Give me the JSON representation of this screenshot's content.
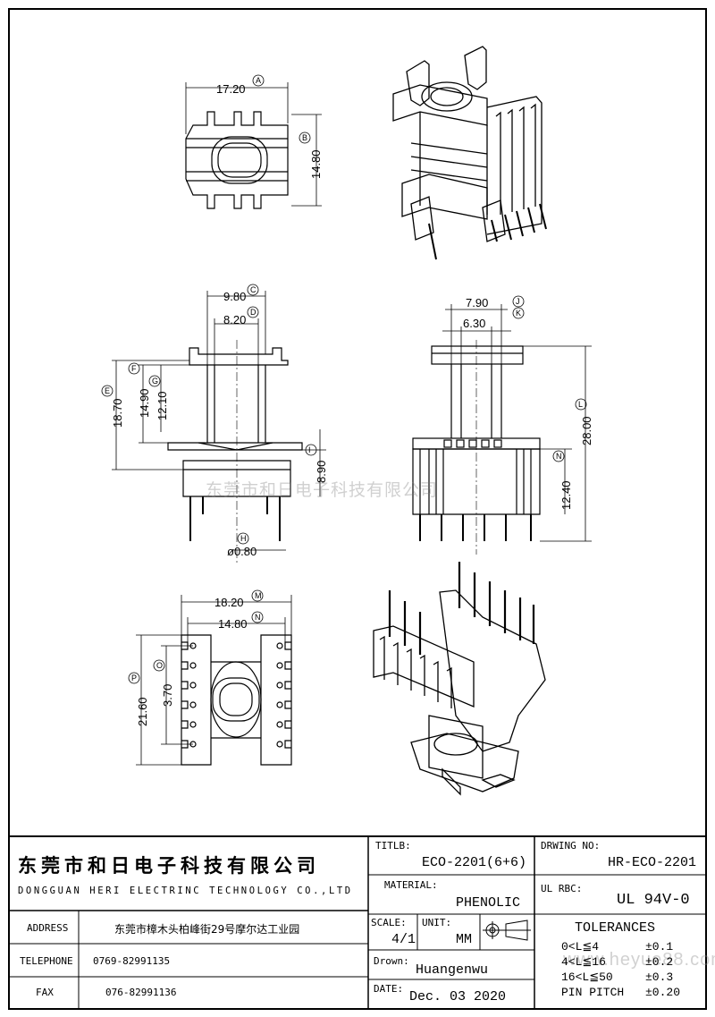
{
  "dimensions": {
    "top_view": [
      {
        "label": "17.20",
        "ref": "A"
      },
      {
        "label": "14.80",
        "ref": "B"
      }
    ],
    "front_view": [
      {
        "label": "9.80",
        "ref": "C"
      },
      {
        "label": "8.20",
        "ref": "D"
      },
      {
        "label": "18.70",
        "ref": "E"
      },
      {
        "label": "14.90",
        "ref": "F"
      },
      {
        "label": "12.10",
        "ref": "G"
      },
      {
        "label": "8.90",
        "ref": "I"
      },
      {
        "label": "ø0.80",
        "ref": "H"
      }
    ],
    "side_view": [
      {
        "label": "7.90",
        "ref": "J"
      },
      {
        "label": "6.30",
        "ref": "K"
      },
      {
        "label": "28.00",
        "ref": "L"
      },
      {
        "label": "12.40",
        "ref": "N"
      }
    ],
    "bottom_view": [
      {
        "label": "18.20",
        "ref": "M"
      },
      {
        "label": "14.80",
        "ref": "N"
      },
      {
        "label": "21.60",
        "ref": "P"
      },
      {
        "label": "3.70",
        "ref": "O"
      }
    ]
  },
  "watermark": "东莞市和日电子科技有限公司",
  "watermark_url": "www.heyue88.com",
  "title_block": {
    "company_cn": "东莞市和日电子科技有限公司",
    "company_en": "DONGGUAN HERI ELECTRINC TECHNOLOGY CO.,LTD",
    "address_label": "ADDRESS",
    "address_value": "东莞市樟木头柏峰街29号摩尔达工业园",
    "telephone_label": "TELEPHONE",
    "telephone_value": "0769-82991135",
    "fax_label": "FAX",
    "fax_value": "076-82991136",
    "title_label": "TITLB:",
    "title_value": "ECO-2201(6+6)",
    "material_label": "MATERIAL:",
    "material_value": "PHENOLIC",
    "scale_label": "SCALE:",
    "scale_value": "4/1",
    "unit_label": "UNIT:",
    "unit_value": "MM",
    "drawn_label": "Drown:",
    "drawn_value": "Huangenwu",
    "date_label": "DATE:",
    "date_value": "Dec. 03 2020",
    "drawing_no_label": "DRWING NO:",
    "drawing_no_value": "HR-ECO-2201",
    "ul_label": "UL  RBC:",
    "ul_value": "UL 94V-0",
    "tolerances_title": "TOLERANCES",
    "tolerances": [
      {
        "range": "0<L≦4",
        "value": "±0.1"
      },
      {
        "range": "4<L≦16",
        "value": "±0.2"
      },
      {
        "range": "16<L≦50",
        "value": "±0.3"
      },
      {
        "range": "PIN PITCH",
        "value": "±0.20"
      }
    ]
  }
}
